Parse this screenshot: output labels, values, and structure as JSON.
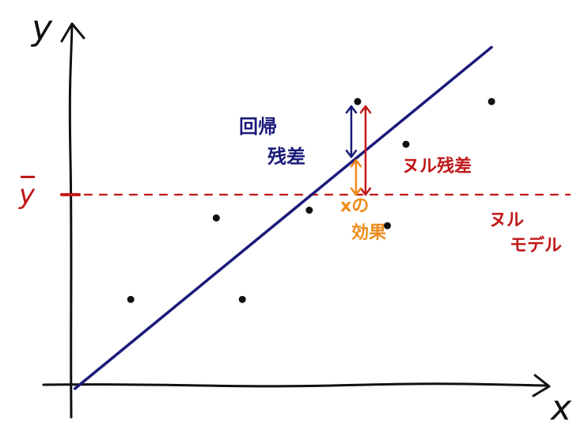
{
  "axes": {
    "x_label": "x",
    "y_label": "y"
  },
  "labels": {
    "mean_y": "y",
    "regression_residual_line1": "回帰",
    "regression_residual_line2": "残差",
    "null_residual": "ヌル残差",
    "x_effect_line1": "xの",
    "x_effect_line2": "効果",
    "null_model_line1": "ヌル",
    "null_model_line2": "モデル"
  },
  "colors": {
    "axis": "#111111",
    "regression": "#1a1a7a",
    "null": "#c01818",
    "x_effect": "#f08a1a",
    "point": "#111111"
  },
  "chart_data": {
    "type": "scatter",
    "points": [
      {
        "x": 1.6,
        "y": 2.2
      },
      {
        "x": 3.9,
        "y": 4.3
      },
      {
        "x": 4.6,
        "y": 2.2
      },
      {
        "x": 6.4,
        "y": 4.5
      },
      {
        "x": 7.7,
        "y": 7.3
      },
      {
        "x": 8.5,
        "y": 4.1
      },
      {
        "x": 9.0,
        "y": 6.2
      },
      {
        "x": 11.3,
        "y": 7.3
      }
    ],
    "regression_line": {
      "x": [
        0.1,
        11.3
      ],
      "y": [
        -0.1,
        8.7
      ]
    },
    "null_model_mean_y": 4.9,
    "highlight_x": 7.7
  }
}
